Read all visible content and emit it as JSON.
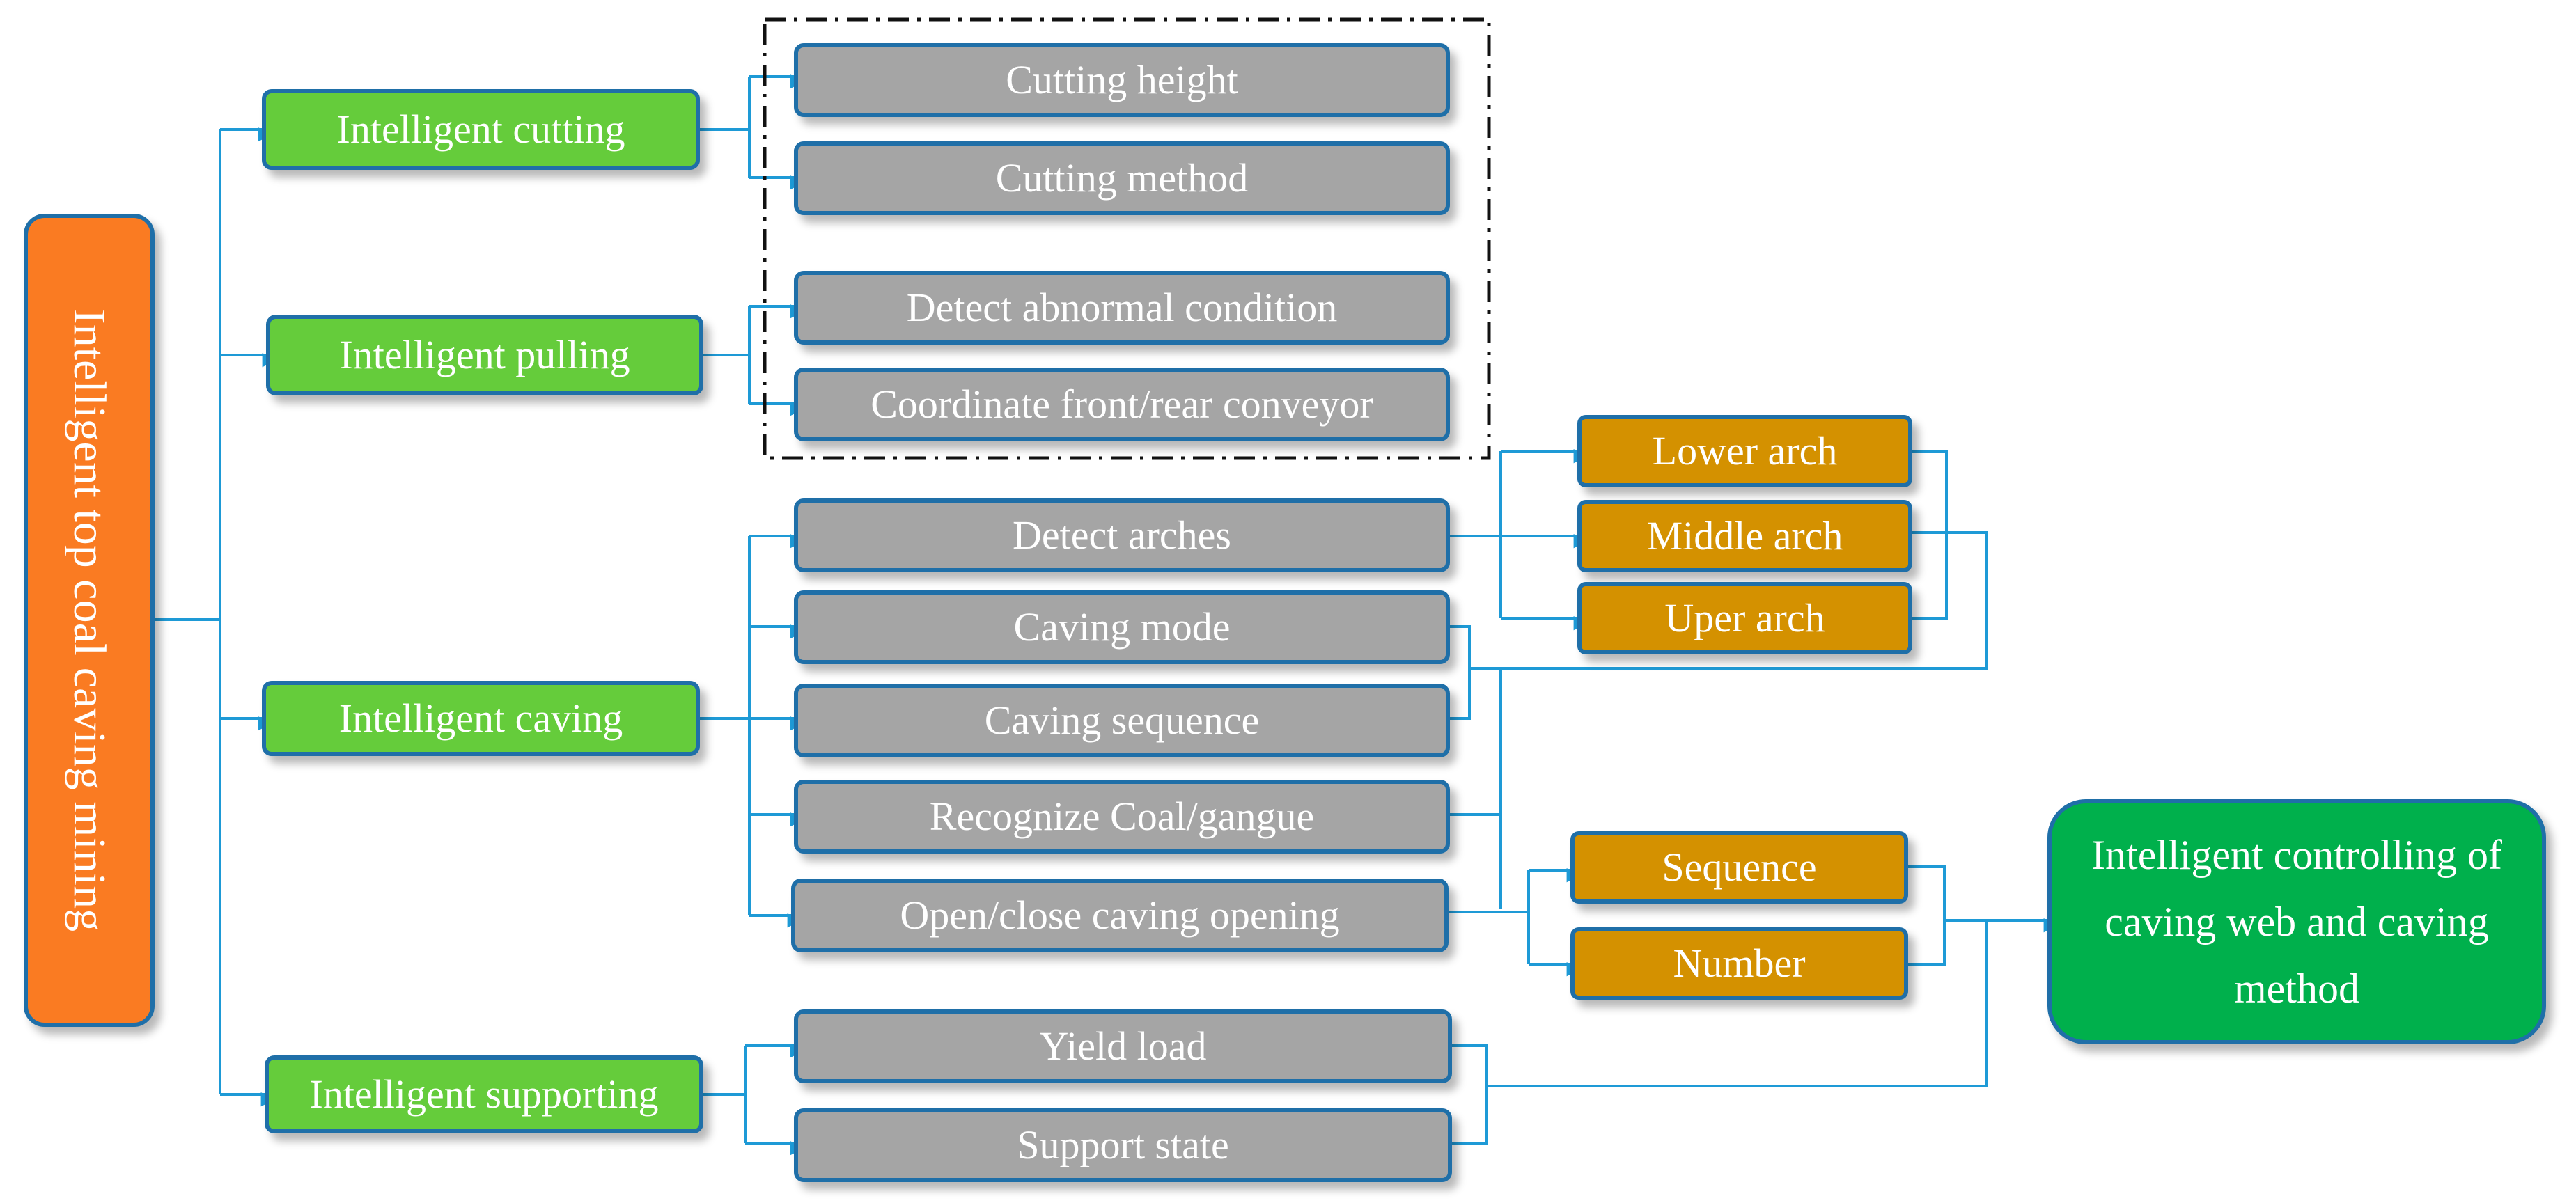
{
  "root": {
    "label": "Intelligent top coal caving mining"
  },
  "level1": [
    {
      "label": "Intelligent cutting"
    },
    {
      "label": "Intelligent pulling"
    },
    {
      "label": "Intelligent caving"
    },
    {
      "label": "Intelligent supporting"
    }
  ],
  "level2": [
    {
      "label": "Cutting height"
    },
    {
      "label": "Cutting method"
    },
    {
      "label": "Detect abnormal condition"
    },
    {
      "label": "Coordinate front/rear conveyor"
    },
    {
      "label": "Detect arches"
    },
    {
      "label": "Caving mode"
    },
    {
      "label": "Caving sequence"
    },
    {
      "label": "Recognize Coal/gangue"
    },
    {
      "label": "Open/close caving opening"
    },
    {
      "label": "Yield load"
    },
    {
      "label": "Support state"
    }
  ],
  "level3": [
    {
      "label": "Lower arch"
    },
    {
      "label": "Middle arch"
    },
    {
      "label": "Uper arch"
    },
    {
      "label": "Sequence"
    },
    {
      "label": "Number"
    }
  ],
  "result": {
    "label": "Intelligent controlling of caving web and caving method"
  },
  "colors": {
    "root": "#fa7b22",
    "level1": "#65cc3b",
    "level2": "#a5a5a5",
    "level3": "#d49100",
    "result": "#00b04c",
    "border": "#1f6fa8",
    "connector": "#1e9ad6"
  }
}
